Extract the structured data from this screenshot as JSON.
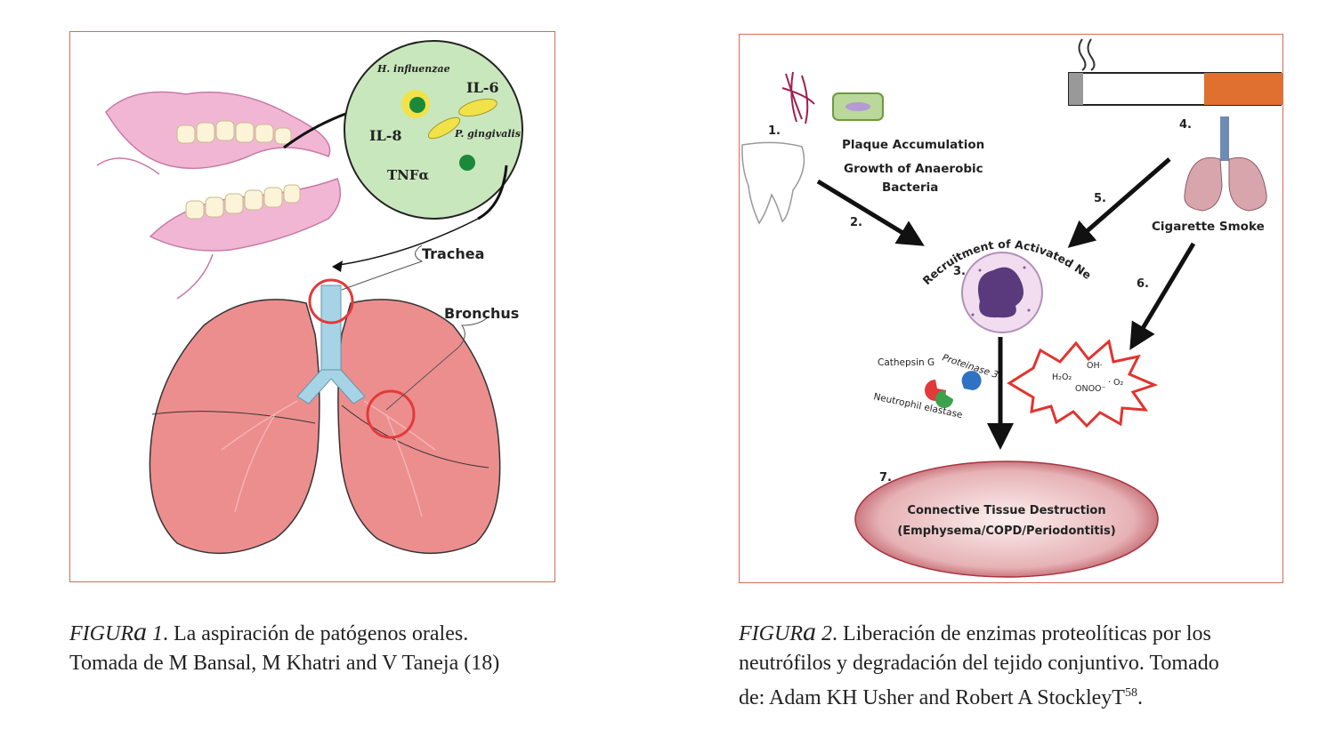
{
  "figure1": {
    "labels": {
      "h_influenzae": "H. influenzae",
      "il6": "IL-6",
      "il8": "IL-8",
      "p_gingivalis": "P. gingivalis",
      "tnf": "TNFα",
      "trachea": "Trachea",
      "bronchus": "Bronchus"
    },
    "caption": {
      "prefix": "FIGUR",
      "a": "a",
      "number": " 1",
      "text_line1": ". La aspiración de patógenos orales.",
      "text_line2": "Tomada de M Bansal, M Khatri and V Taneja (18)"
    }
  },
  "figure2": {
    "labels": {
      "step1": "1.",
      "step2": "2.",
      "step3": "3.",
      "step4": "4.",
      "step5": "5.",
      "step6": "6.",
      "step7": "7.",
      "plaque": "Plaque Accumulation",
      "growth": "Growth of Anaerobic",
      "bacteria": "Bacteria",
      "cigarette_smoke": "Cigarette Smoke",
      "recruitment": "Recruitment of Activated Neutrophils",
      "cathepsin": "Cathepsin G",
      "proteinase": "Proteinase 3",
      "elastase": "Neutrophil elastase",
      "oh": "OH·",
      "h2o2": "H₂O₂",
      "onoo": "ONOO⁻",
      "o2": "· O₂",
      "destruction_line1": "Connective Tissue Destruction",
      "destruction_line2": "(Emphysema/COPD/Periodontitis)"
    },
    "colors": {
      "frame": "#d9695a",
      "cigarette_filter": "#e07030",
      "ellipse": "#a8323e"
    },
    "caption": {
      "prefix": "FIGUR",
      "a": "a",
      "number": " 2",
      "text_line1": ". Liberación de enzimas proteolíticas por los",
      "text_line2": "neutrófilos y degradación del tejido conjuntivo. Tomado",
      "text_line3": "de: Adam KH Usher and Robert A StockleyT",
      "superscript": "58",
      "period": "."
    }
  }
}
